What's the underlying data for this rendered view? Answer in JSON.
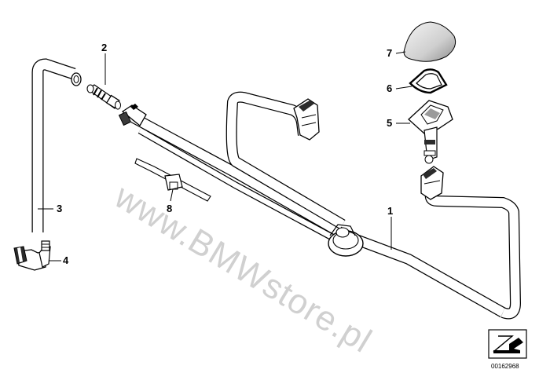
{
  "callouts": {
    "c1": "1",
    "c2": "2",
    "c3": "3",
    "c4": "4",
    "c5": "5",
    "c6": "6",
    "c7": "7",
    "c8": "8"
  },
  "watermark": "www.BMWstore.pl",
  "diagram_id": "00162968"
}
